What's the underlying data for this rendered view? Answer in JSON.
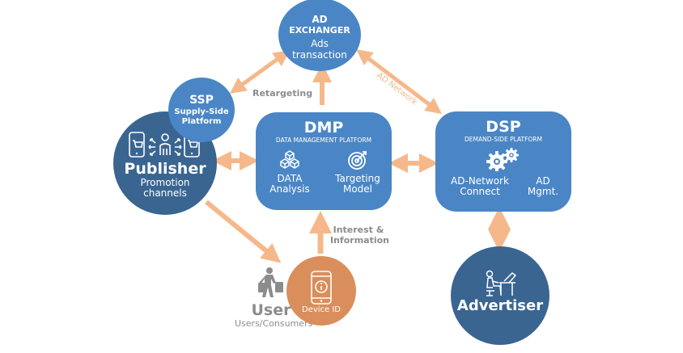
{
  "colors": {
    "light_blue": "#4a86c5",
    "dark_blue": "#3a6591",
    "orange_node": "#d98e5c",
    "arrow": "#f6b88a",
    "label_gray": "#8c8c8c"
  },
  "nodes": {
    "ad_exchanger": {
      "title1": "AD",
      "title2": "EXCHANGER",
      "sub1": "Ads",
      "sub2": "transaction"
    },
    "ssp": {
      "title": "SSP",
      "sub1": "Supply-Side",
      "sub2": "Platform"
    },
    "publisher": {
      "icon": "publisher-distribution-icon",
      "title": "Publisher",
      "sub1": "Promotion",
      "sub2": "channels"
    },
    "dmp": {
      "title": "DMP",
      "subtitle": "DATA MANAGEMENT PLATFORM",
      "features": [
        {
          "icon": "cubes-icon",
          "line1": "DATA",
          "line2": "Analysis"
        },
        {
          "icon": "target-icon",
          "line1": "Targeting",
          "line2": "Model"
        }
      ]
    },
    "dsp": {
      "title": "DSP",
      "subtitle": "DEMAND-SIDE PLATFORM",
      "icon": "gears-icon",
      "features": [
        {
          "line1": "AD-Network",
          "line2": "Connect"
        },
        {
          "line1": "AD",
          "line2": "Mgmt."
        }
      ]
    },
    "user": {
      "icon": "shopper-icon",
      "title": "User",
      "sub": "Users/Consumers"
    },
    "device": {
      "icon": "phone-info-icon",
      "label": "Device ID"
    },
    "advertiser": {
      "icon": "person-at-desk-icon",
      "title": "Advertiser"
    }
  },
  "edge_labels": {
    "retargeting": "Retargeting",
    "ad_network": "AD Network",
    "interest1": "Interest &",
    "interest2": "Information"
  }
}
